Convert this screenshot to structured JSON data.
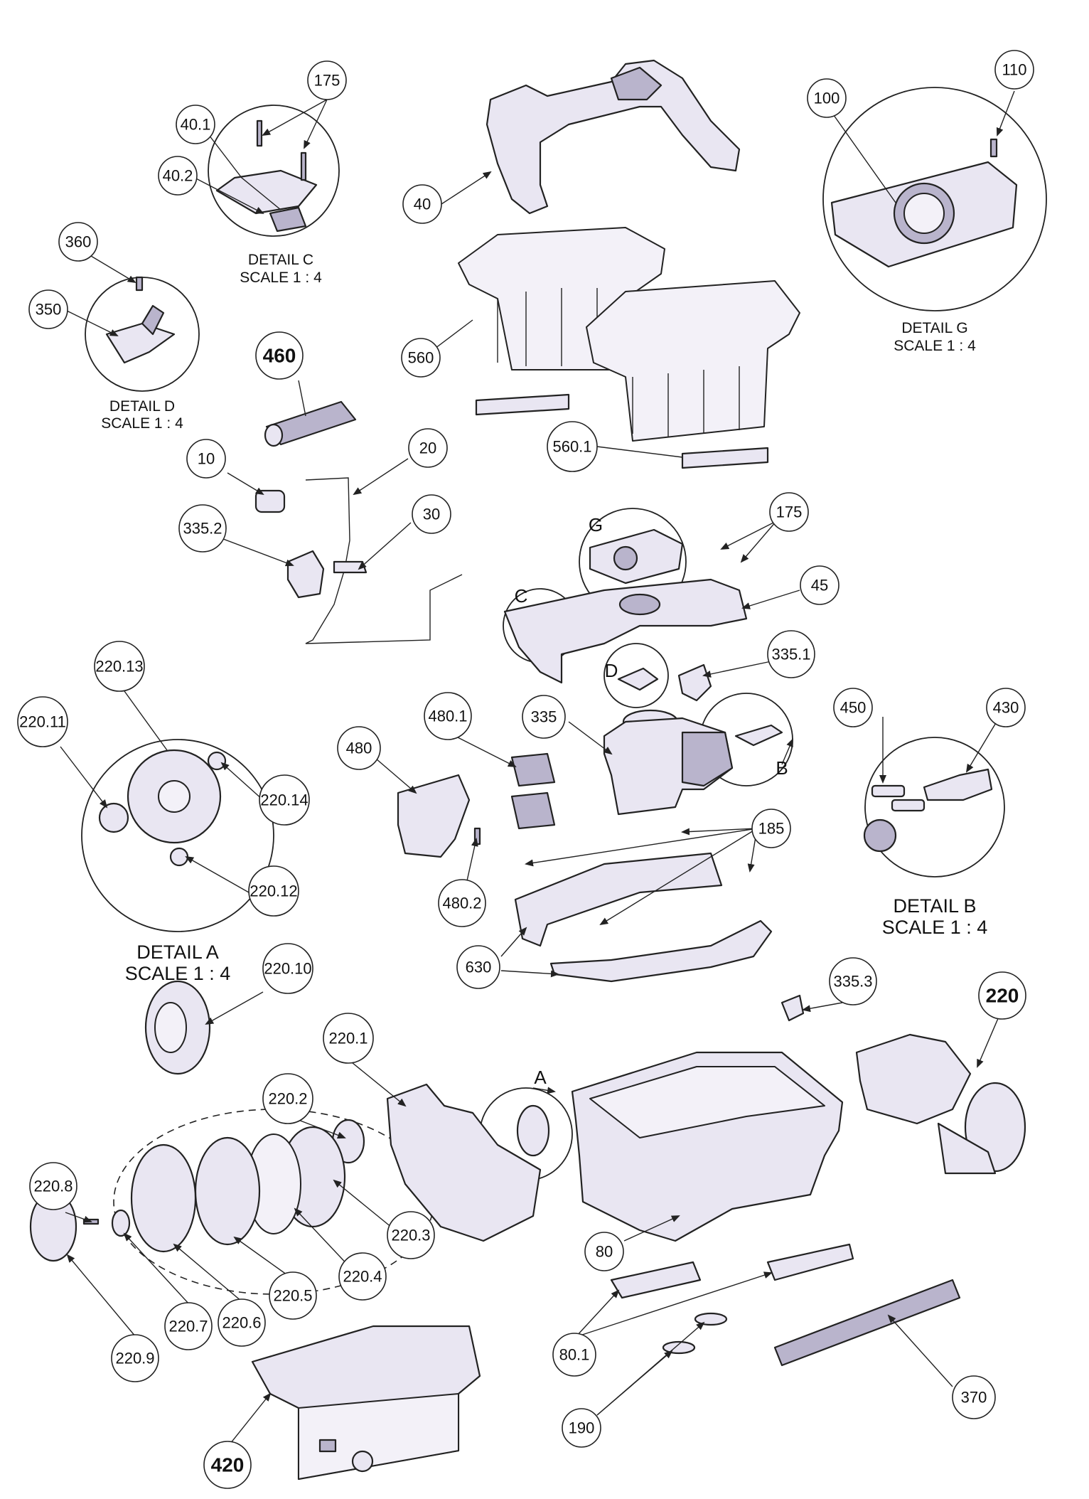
{
  "callouts": {
    "c175_top": "175",
    "c40_1": "40.1",
    "c40_2": "40.2",
    "c40": "40",
    "c110": "110",
    "c100": "100",
    "c360": "360",
    "c350": "350",
    "c560": "560",
    "c460": "460",
    "c560_1": "560.1",
    "c10": "10",
    "c20": "20",
    "c30": "30",
    "c335_2": "335.2",
    "c175_mid": "175",
    "c45": "45",
    "c335_1": "335.1",
    "c220_13": "220.13",
    "c220_11": "220.11",
    "c220_14": "220.14",
    "c220_12": "220.12",
    "c480_1": "480.1",
    "c335": "335",
    "c480": "480",
    "c480_2": "480.2",
    "c450": "450",
    "c430": "430",
    "c185": "185",
    "c630": "630",
    "c220_10": "220.10",
    "c335_3": "335.3",
    "c220": "220",
    "c220_1": "220.1",
    "c220_2": "220.2",
    "c220_8": "220.8",
    "c220_3": "220.3",
    "c220_4": "220.4",
    "c220_5": "220.5",
    "c220_6": "220.6",
    "c220_7": "220.7",
    "c220_9": "220.9",
    "c80": "80",
    "c80_1": "80.1",
    "c370": "370",
    "c190": "190",
    "c420": "420"
  },
  "letters": {
    "g": "G",
    "c": "C",
    "d": "D",
    "b": "B",
    "a": "A"
  },
  "details": {
    "c_title": "DETAIL C",
    "c_scale": "SCALE 1 : 4",
    "d_title": "DETAIL D",
    "d_scale": "SCALE 1 : 4",
    "g_title": "DETAIL G",
    "g_scale": "SCALE 1 : 4",
    "a_title": "DETAIL A",
    "a_scale": "SCALE 1 : 4",
    "b_title": "DETAIL B",
    "b_scale": "SCALE 1 : 4"
  },
  "colors": {
    "part_fill": "#e9e6f2",
    "part_shade": "#b9b4cc",
    "line": "#222222"
  }
}
